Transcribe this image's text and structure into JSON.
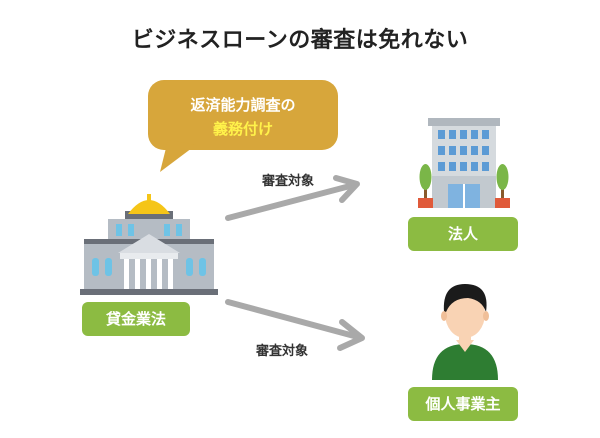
{
  "title": "ビジネスローンの審査は免れない",
  "bubble": {
    "line1": "返済能力調査の",
    "line2": "義務付け"
  },
  "nodes": {
    "law": "貸金業法",
    "corporation": "法人",
    "individual": "個人事業主"
  },
  "edges": {
    "to_corporation": "審査対象",
    "to_individual": "審査対象"
  },
  "icons": {
    "law": "government-building-icon",
    "corporation": "office-building-icon",
    "individual": "person-icon"
  },
  "colors": {
    "label_green": "#8cbb42",
    "bubble_gold": "#d7a63b",
    "highlight_yellow": "#fff24a",
    "arrow_gray": "#a9a9a9"
  }
}
